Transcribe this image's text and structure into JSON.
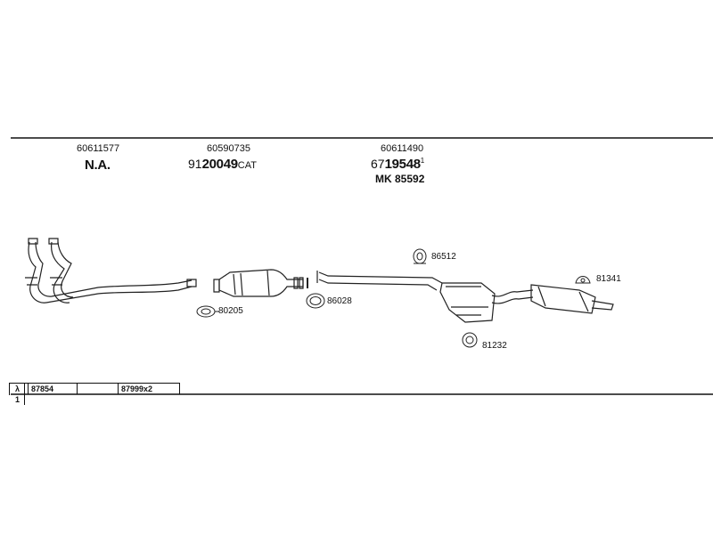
{
  "header": {
    "col1": {
      "part_no": "60611577",
      "main": "N.A."
    },
    "col2": {
      "part_no": "60590735",
      "main_prefix": "91",
      "main": "20049",
      "main_suffix": "CAT"
    },
    "col3": {
      "part_no": "60611490",
      "main_prefix": "67",
      "main": "19548",
      "main_sup": "1",
      "sub": "MK  85592"
    }
  },
  "callouts": {
    "gasket_80205": "80205",
    "ring_86028": "86028",
    "mount_86512": "86512",
    "clamp_81232": "81232",
    "hanger_81341": "81341"
  },
  "footer_table": {
    "symbol": "λ",
    "symbol_sup": "1",
    "cell1": "87854",
    "cell2": "",
    "cell3": "87999x2"
  }
}
